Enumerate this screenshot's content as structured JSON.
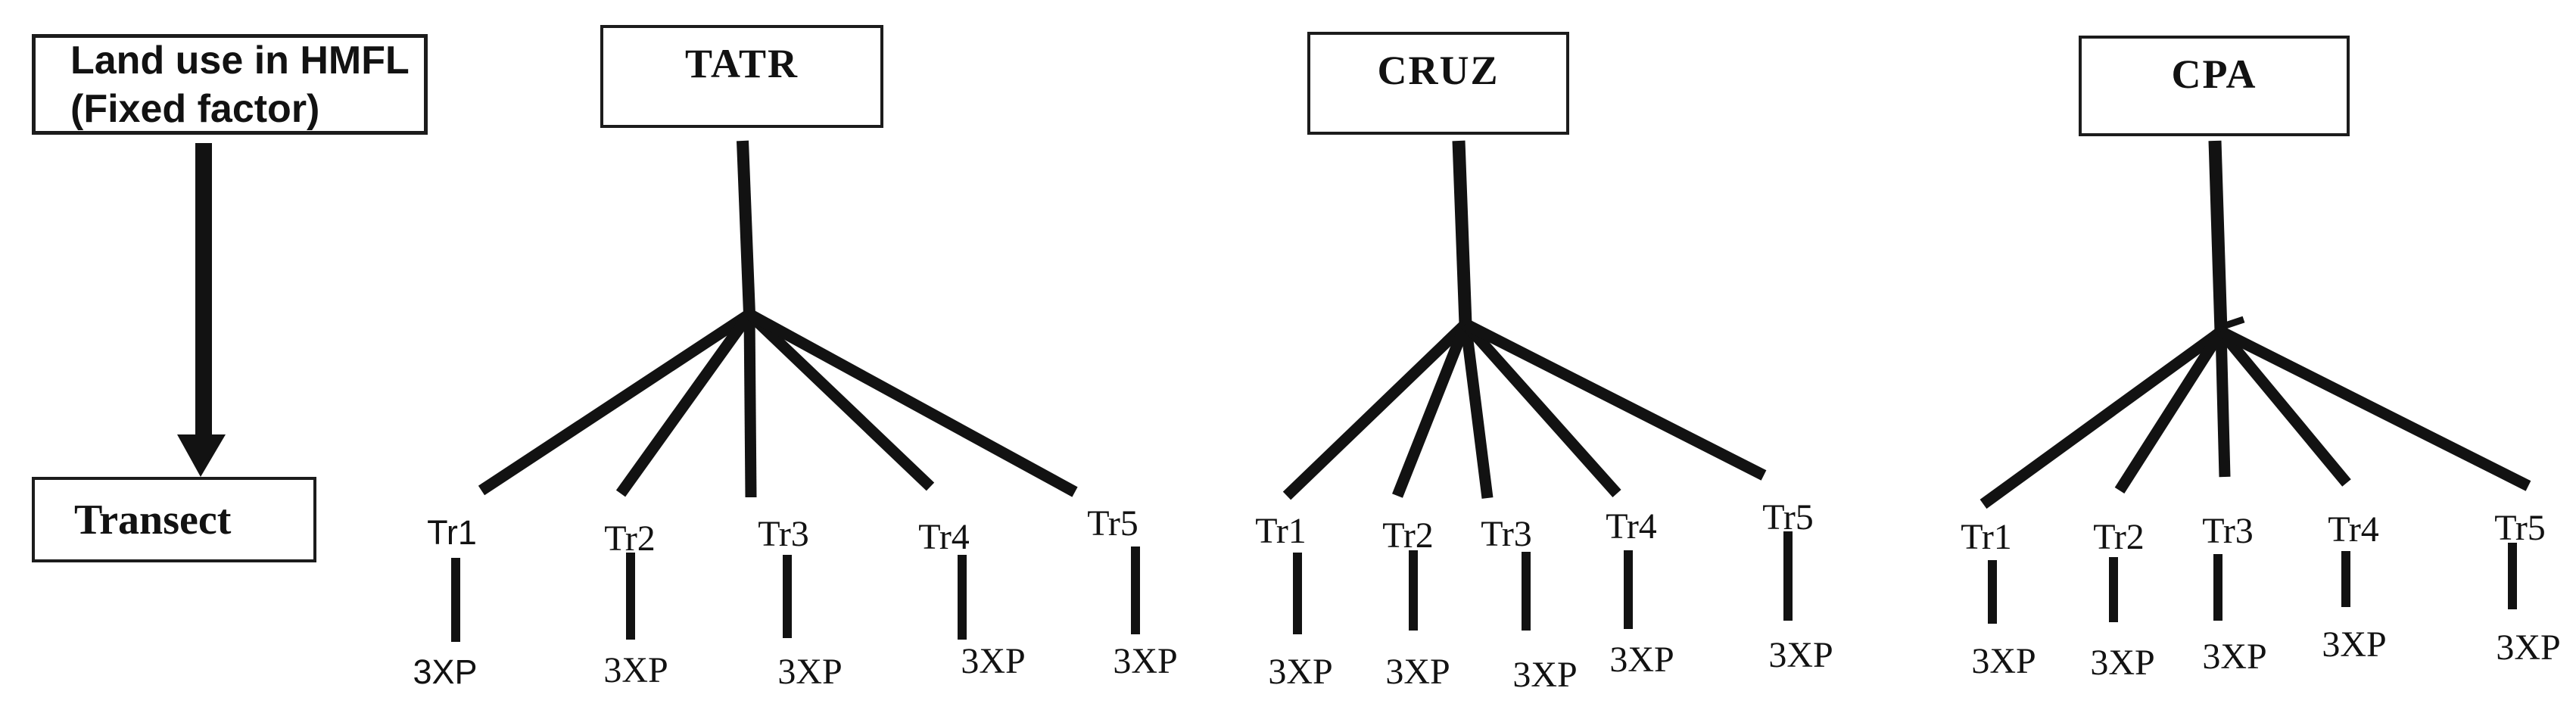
{
  "land_use_box": {
    "line1": "Land use in HMFL",
    "line2": "(Fixed factor)"
  },
  "transect_box": {
    "label": "Transect"
  },
  "clusters": [
    {
      "site": "TATR",
      "transects": [
        {
          "label": "Tr1",
          "plots": "3XP"
        },
        {
          "label": "Tr2",
          "plots": "3XP"
        },
        {
          "label": "Tr3",
          "plots": "3XP"
        },
        {
          "label": "Tr4",
          "plots": "3XP"
        },
        {
          "label": "Tr5",
          "plots": "3XP"
        }
      ]
    },
    {
      "site": "CRUZ",
      "transects": [
        {
          "label": "Tr1",
          "plots": "3XP"
        },
        {
          "label": "Tr2",
          "plots": "3XP"
        },
        {
          "label": "Tr3",
          "plots": "3XP"
        },
        {
          "label": "Tr4",
          "plots": "3XP"
        },
        {
          "label": "Tr5",
          "plots": "3XP"
        }
      ]
    },
    {
      "site": "CPA",
      "transects": [
        {
          "label": "Tr1",
          "plots": "3XP"
        },
        {
          "label": "Tr2",
          "plots": "3XP"
        },
        {
          "label": "Tr3",
          "plots": "3XP"
        },
        {
          "label": "Tr4",
          "plots": "3XP"
        },
        {
          "label": "Tr5",
          "plots": "3XP"
        }
      ]
    }
  ],
  "colors": {
    "ink": "#121212",
    "background": "#ffffff"
  }
}
